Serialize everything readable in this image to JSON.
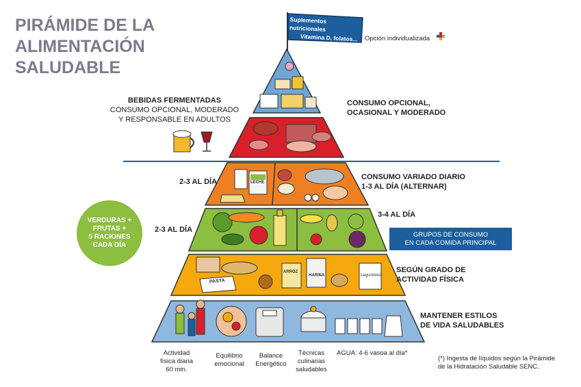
{
  "title": "PIRÁMIDE DE LA ALIMENTACIÓN SALUDABLE",
  "flag": {
    "line1": "Suplementos nutricionales",
    "line2": "Vitamina D, folatos..."
  },
  "optional_individual": "Opción individualizada",
  "left_labels": {
    "fermented_title": "BEBIDAS FERMENTADAS",
    "fermented_line2": "CONSUMO OPCIONAL, MODERADO",
    "fermented_line3": "Y RESPONSABLE EN ADULTOS",
    "dairy_freq": "2-3 AL DÍA",
    "oil_freq": "2-3 AL DÍA"
  },
  "right_labels": {
    "optional_line1": "CONSUMO OPCIONAL,",
    "optional_line2": "OCASIONAL Y MODERADO",
    "varied_line1": "CONSUMO VARIADO DIARIO",
    "varied_line2": "1-3 AL DÍA (ALTERNAR)",
    "fruit_freq": "3-4 AL DÍA",
    "cereal_line1": "SEGÚN GRADO DE",
    "cereal_line2": "ACTIVIDAD FÍSICA",
    "base_line1": "MANTENER ESTILOS",
    "base_line2": "DE VIDA SALUDABLES"
  },
  "green_circle": {
    "line1": "VERDURAS +",
    "line2": "FRUTAS +",
    "line3": "5 RACIONES",
    "line4": "CADA DÍA"
  },
  "grupos_box": {
    "line1": "GRUPOS DE CONSUMO",
    "line2": "EN CADA COMIDA PRINCIPAL"
  },
  "food_labels": {
    "leche": "LECHE",
    "harina": "HARINA",
    "pasta": "PASTA",
    "arroz": "ARROZ",
    "legumbres": "Legumbres"
  },
  "base_captions": [
    {
      "line1": "Actividad",
      "line2": "física diaria",
      "line3": "60 min."
    },
    {
      "line1": "Equilibrio",
      "line2": "emocional",
      "line3": ""
    },
    {
      "line1": "Balance",
      "line2": "Energético",
      "line3": ""
    },
    {
      "line1": "Técnicas",
      "line2": "culinarias",
      "line3": "saludables"
    },
    {
      "line1": "AGUA: 4-6 vasoa al día*",
      "line2": "",
      "line3": ""
    }
  ],
  "footnote": {
    "line1": "(*) Ingesta de líquidos según la Pirámide",
    "line2": "de la Hidratación Saludable SENC."
  },
  "colors": {
    "title": "#7d7b8a",
    "tier_top": "#6fa6d6",
    "tier_red": "#d9202a",
    "tier_orange": "#ee7f22",
    "tier_green": "#8cbe3f",
    "tier_yellow": "#f5a90d",
    "tier_base": "#8fb8de",
    "grupos_box": "#1c5e9e",
    "divider": "#1c5e9e"
  }
}
